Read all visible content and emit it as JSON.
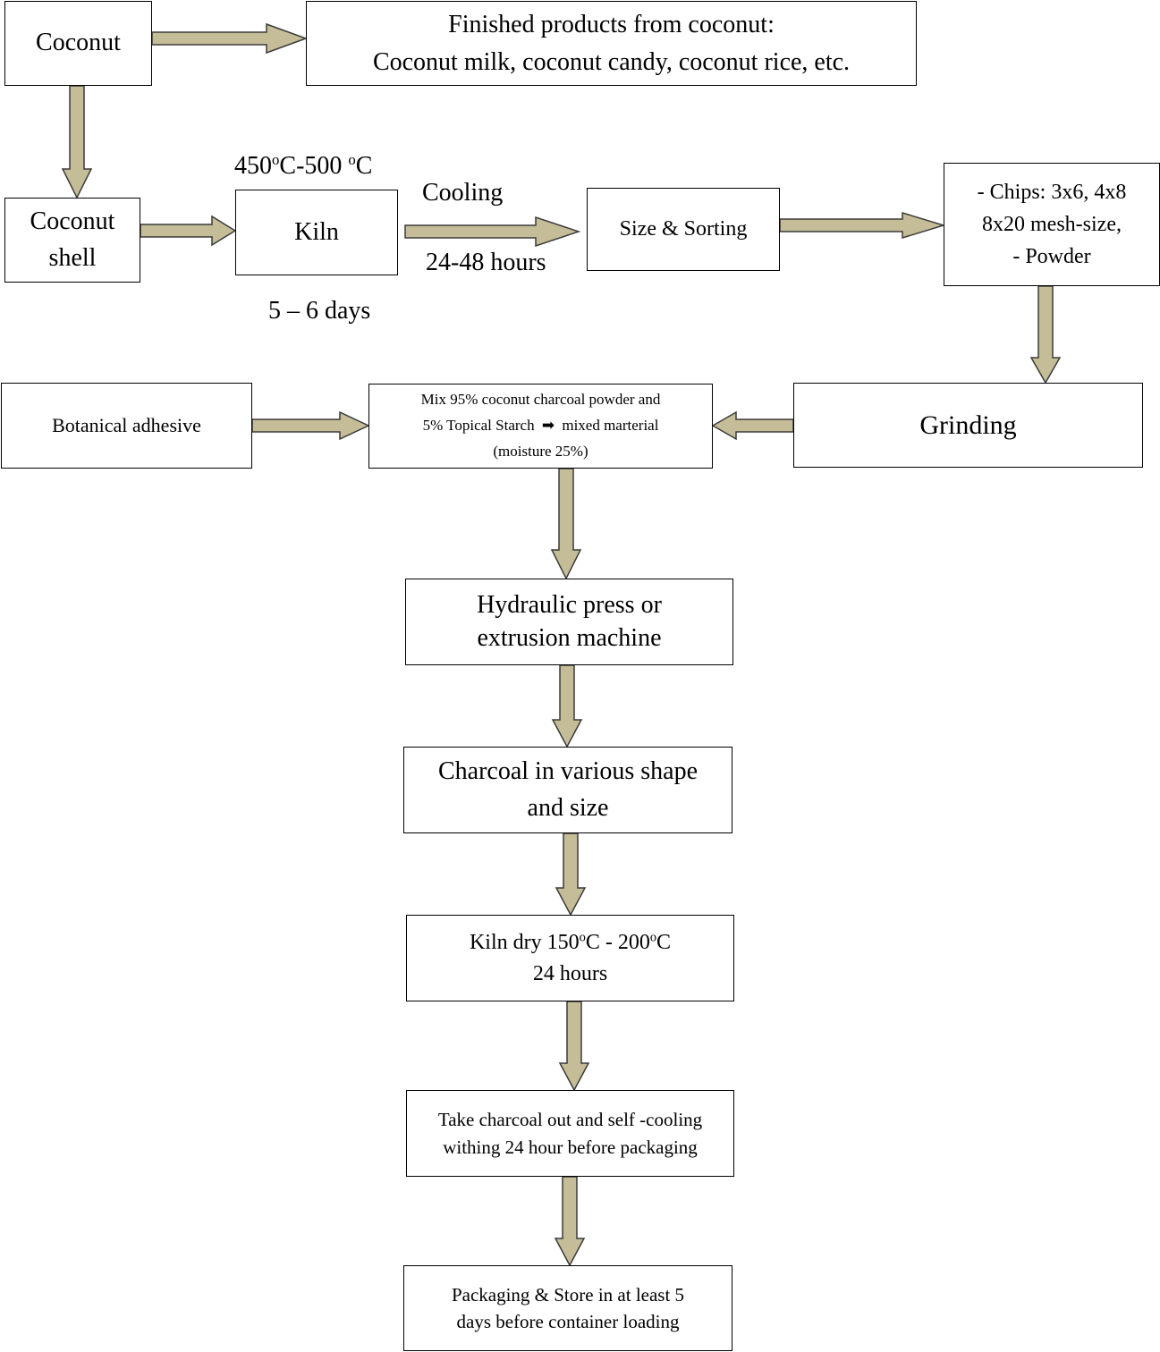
{
  "nodes": {
    "coconut": "Coconut",
    "finished": {
      "line1": "Finished products from coconut:",
      "line2": "Coconut milk, coconut candy, coconut rice, etc."
    },
    "shell": {
      "line1": "Coconut",
      "line2": "shell"
    },
    "kiln": "Kiln",
    "size_sorting": "Size & Sorting",
    "chips": {
      "line1": "- Chips: 3x6, 4x8",
      "line2": "8x20 mesh-size,",
      "line3": "- Powder"
    },
    "botanical": "Botanical adhesive",
    "mix": {
      "line1": "Mix 95% coconut charcoal powder and",
      "line2a": "5% Topical Starch",
      "arrow_glyph": "➡",
      "line2b": "mixed marterial",
      "line3": "(moisture 25%)"
    },
    "grinding": "Grinding",
    "hydraulic": {
      "line1": "Hydraulic press or",
      "line2": "extrusion machine"
    },
    "charcoal": {
      "line1": "Charcoal in various shape",
      "line2": "and size"
    },
    "kiln_dry": {
      "pre1": "Kiln dry 150",
      "sup1": "o",
      "mid": "C - 200",
      "sup2": "o",
      "post": "C",
      "line2": "24 hours"
    },
    "take_out": {
      "line1": "Take charcoal out and self -cooling",
      "line2": "withing 24 hour before packaging"
    },
    "packaging": {
      "line1": "Packaging & Store in at least 5",
      "line2": "days before container loading"
    }
  },
  "labels": {
    "temp": {
      "pre": "450",
      "sup1": "o",
      "mid": "C-500 ",
      "sup2": "o",
      "post": "C"
    },
    "cooling": "Cooling",
    "cooling_time": "24-48 hours",
    "kiln_time": "5 – 6 days"
  },
  "colors": {
    "arrow_fill": "#c4bd97",
    "arrow_stroke": "#3b3b3b",
    "box_border": "#000000"
  }
}
